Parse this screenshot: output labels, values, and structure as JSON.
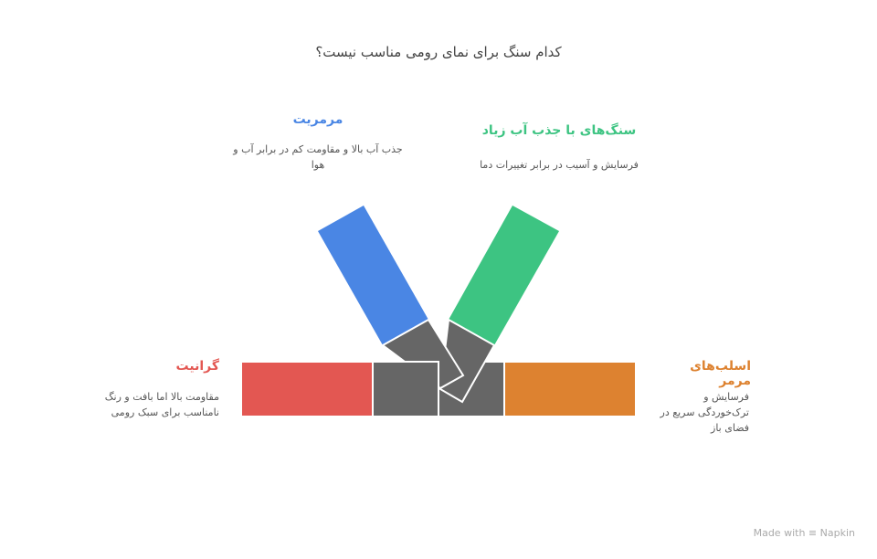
{
  "title": "کدام سنگ برای نمای رومی مناسب نیست؟",
  "items": [
    {
      "name": "مرمریت",
      "desc": "جذب آب بالا و مقاومت کم در برابر آب و هوا",
      "color": "#4a86e4"
    },
    {
      "name": "سنگ‌های با جذب آب زیاد",
      "desc": "فرسایش و آسیب در برابر تغییرات دما",
      "color": "#3dc482"
    },
    {
      "name": "گرانیت",
      "desc": "مقاومت بالا اما بافت و رنگ نامناسب برای سبک رومی",
      "color": "#e35752"
    },
    {
      "name": "اسلب‌های مرمر",
      "desc": "فرسایش و ترک‌خوردگی سریع در فضای باز",
      "color": "#dd8230"
    }
  ],
  "footer": {
    "made_with": "Made with",
    "brand": "Napkin"
  }
}
